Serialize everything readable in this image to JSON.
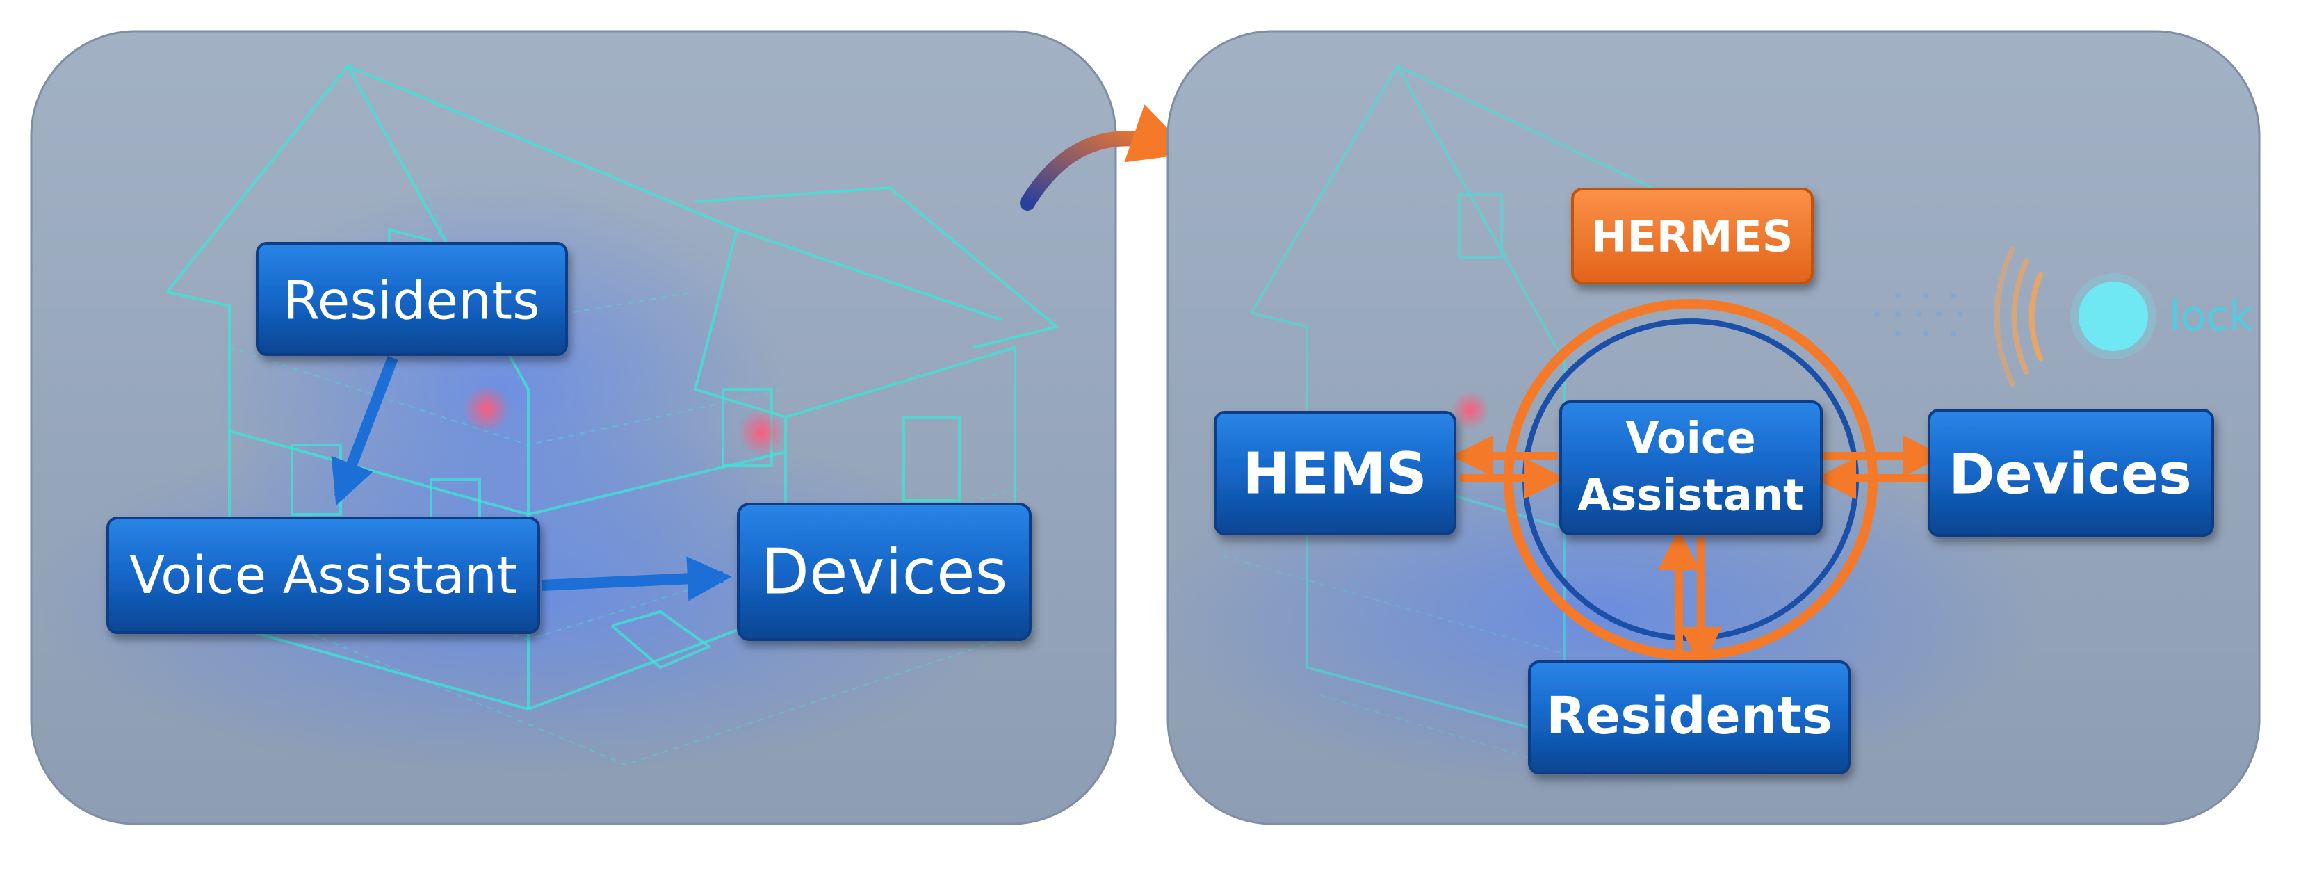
{
  "colors": {
    "panel": "#93a4ba",
    "box": "#1466c8",
    "box_dark": "#0b4592",
    "hermes": "#f47a2a",
    "wireframe": "#3ce6d8",
    "blue_arrow": "#1b6fd6",
    "orange_arrow": "#f47a2a"
  },
  "left_panel": {
    "nodes": {
      "residents": "Residents",
      "voice_assistant": "Voice Assistant",
      "devices": "Devices"
    }
  },
  "right_panel": {
    "hermes_label": "HERMES",
    "lock_label": "lock",
    "nodes": {
      "hems": "HEMS",
      "voice_assistant_line1": "Voice",
      "voice_assistant_line2": "Assistant",
      "devices": "Devices",
      "residents": "Residents"
    }
  },
  "icons": {
    "transition": "curved-arrow-icon",
    "lock_signal": "wireless-signal-icon"
  }
}
